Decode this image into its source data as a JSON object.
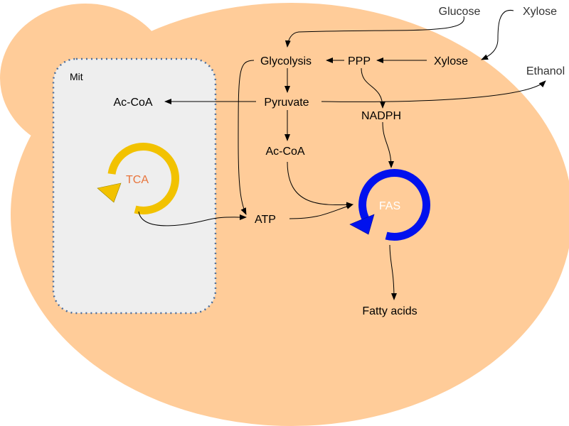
{
  "colors": {
    "cell_fill": "#FFCC99",
    "mito_fill": "#EEEEEE",
    "mito_border": "#4A6D9C",
    "tca_ring": "#F2C200",
    "tca_text": "#E8743B",
    "fas_ring": "#0011EE",
    "fas_text": "#FFFFFF"
  },
  "compartment": {
    "mitochondrion": "Mit"
  },
  "cycles": {
    "tca": "TCA",
    "fas": "FAS"
  },
  "nodes": {
    "glucose": "Glucose",
    "xylose_external": "Xylose",
    "ethanol": "Ethanol",
    "glycolysis": "Glycolysis",
    "ppp": "PPP",
    "xylose": "Xylose",
    "pyruvate": "Pyruvate",
    "nadph": "NADPH",
    "ac_coa_cyto": "Ac-CoA",
    "ac_coa_mit": "Ac-CoA",
    "atp": "ATP",
    "fatty_acids": "Fatty acids"
  }
}
